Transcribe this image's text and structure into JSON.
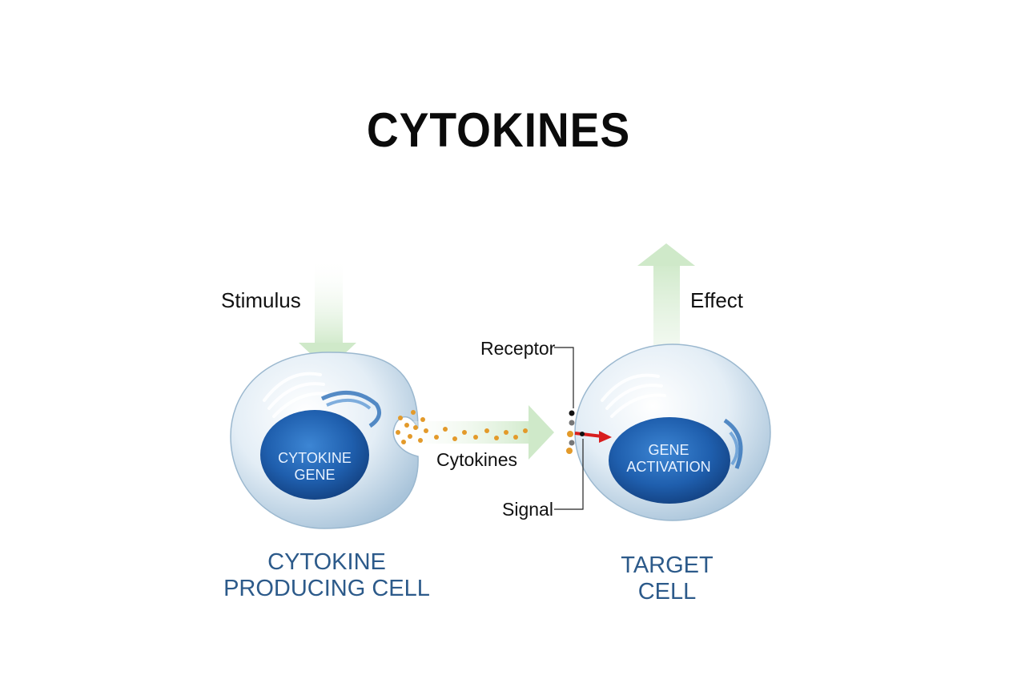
{
  "title": "CYTOKINES",
  "labels": {
    "stimulus": "Stimulus",
    "effect": "Effect",
    "receptor": "Receptor",
    "signal": "Signal",
    "cytokines": "Cytokines"
  },
  "producing_cell": {
    "nucleus_lines": [
      "CYTOKINE",
      "GENE"
    ],
    "caption_lines": [
      "CYTOKINE",
      "PRODUCING CELL"
    ]
  },
  "target_cell": {
    "nucleus_lines": [
      "GENE",
      "ACTIVATION"
    ],
    "caption_lines": [
      "TARGET",
      "CELL"
    ]
  },
  "colors": {
    "cell_fill": "#dce9f3",
    "nucleus": "#1f5fae",
    "arrow_green": "#dff2dc",
    "cytokine_dots": "#e39a2a",
    "caption_blue": "#2c5a8a",
    "signal_arrow": "#d81e1e"
  }
}
